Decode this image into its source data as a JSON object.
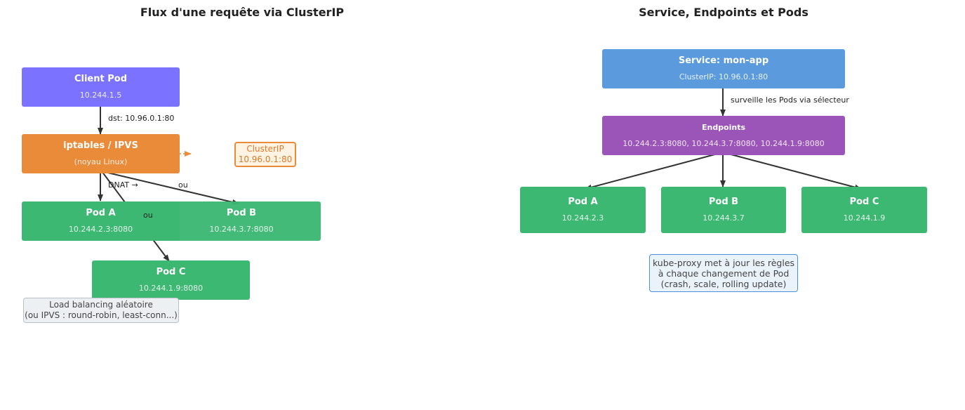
{
  "left": {
    "title": "Flux d'une requête via ClusterIP",
    "client": {
      "name": "Client Pod",
      "ip": "10.244.1.5"
    },
    "dst_label": "dst: 10.96.0.1:80",
    "iptables": {
      "name": "iptables / IPVS",
      "sub": "(noyau Linux)"
    },
    "clusterip_note": {
      "line1": "ClusterIP",
      "line2": "10.96.0.1:80"
    },
    "dnat_label": "DNAT →",
    "ou_label_1": "ou",
    "ou_label_2": "ou",
    "pod_a": {
      "name": "Pod A",
      "ip": "10.244.2.3:8080"
    },
    "pod_b": {
      "name": "Pod B",
      "ip": "10.244.3.7:8080"
    },
    "pod_c": {
      "name": "Pod C",
      "ip": "10.244.1.9:8080"
    },
    "lb_note": {
      "line1": "Load balancing aléatoire",
      "line2": "(ou IPVS : round-robin, least-conn...)"
    }
  },
  "right": {
    "title": "Service, Endpoints et Pods",
    "service": {
      "name": "Service: mon-app",
      "sub": "ClusterIP: 10.96.0.1:80"
    },
    "watch_label": "surveille les Pods via sélecteur",
    "endpoints": {
      "name": "Endpoints",
      "sub": "10.244.2.3:8080, 10.244.3.7:8080, 10.244.1.9:8080"
    },
    "pod_a": {
      "name": "Pod A",
      "ip": "10.244.2.3"
    },
    "pod_b": {
      "name": "Pod B",
      "ip": "10.244.3.7"
    },
    "pod_c": {
      "name": "Pod C",
      "ip": "10.244.1.9"
    },
    "kube_note": {
      "line1": "kube-proxy met à jour les règles",
      "line2": "à chaque changement de Pod",
      "line3": "(crash, scale, rolling update)"
    }
  },
  "colors": {
    "client": "#7b72ff",
    "iptables": "#e98b39",
    "pod": "#3cb872",
    "service": "#5b9bdd",
    "endpoints": "#9b55b8",
    "arrow": "#333333"
  }
}
